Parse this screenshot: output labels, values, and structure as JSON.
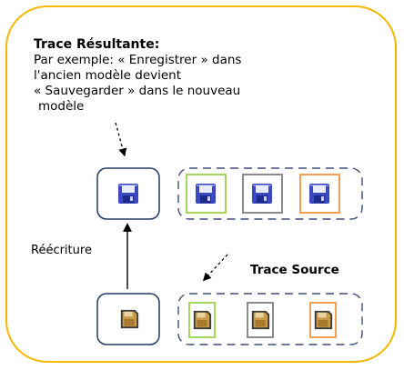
{
  "title": "Trace Résultante:",
  "description_lines": [
    "Par exemple: « Enregistrer » dans",
    "l'ancien modèle devient",
    "« Sauvegarder » dans le nouveau",
    "modèle"
  ],
  "arrow_label": "Réécriture",
  "source_label": "Trace Source",
  "colors": {
    "frame": "#f2b800",
    "node_border": "#1f3864",
    "group_dash": "#3d4b7a",
    "highlight_green": "#a8d85a",
    "highlight_gray": "#8c8c8c",
    "highlight_orange": "#f0a050",
    "floppy_new": "#3a49c2",
    "floppy_old": "#b98b3a"
  },
  "icons": {
    "new_model": "floppy-disk-save-icon",
    "old_model": "floppy-disk-legacy-icon"
  }
}
